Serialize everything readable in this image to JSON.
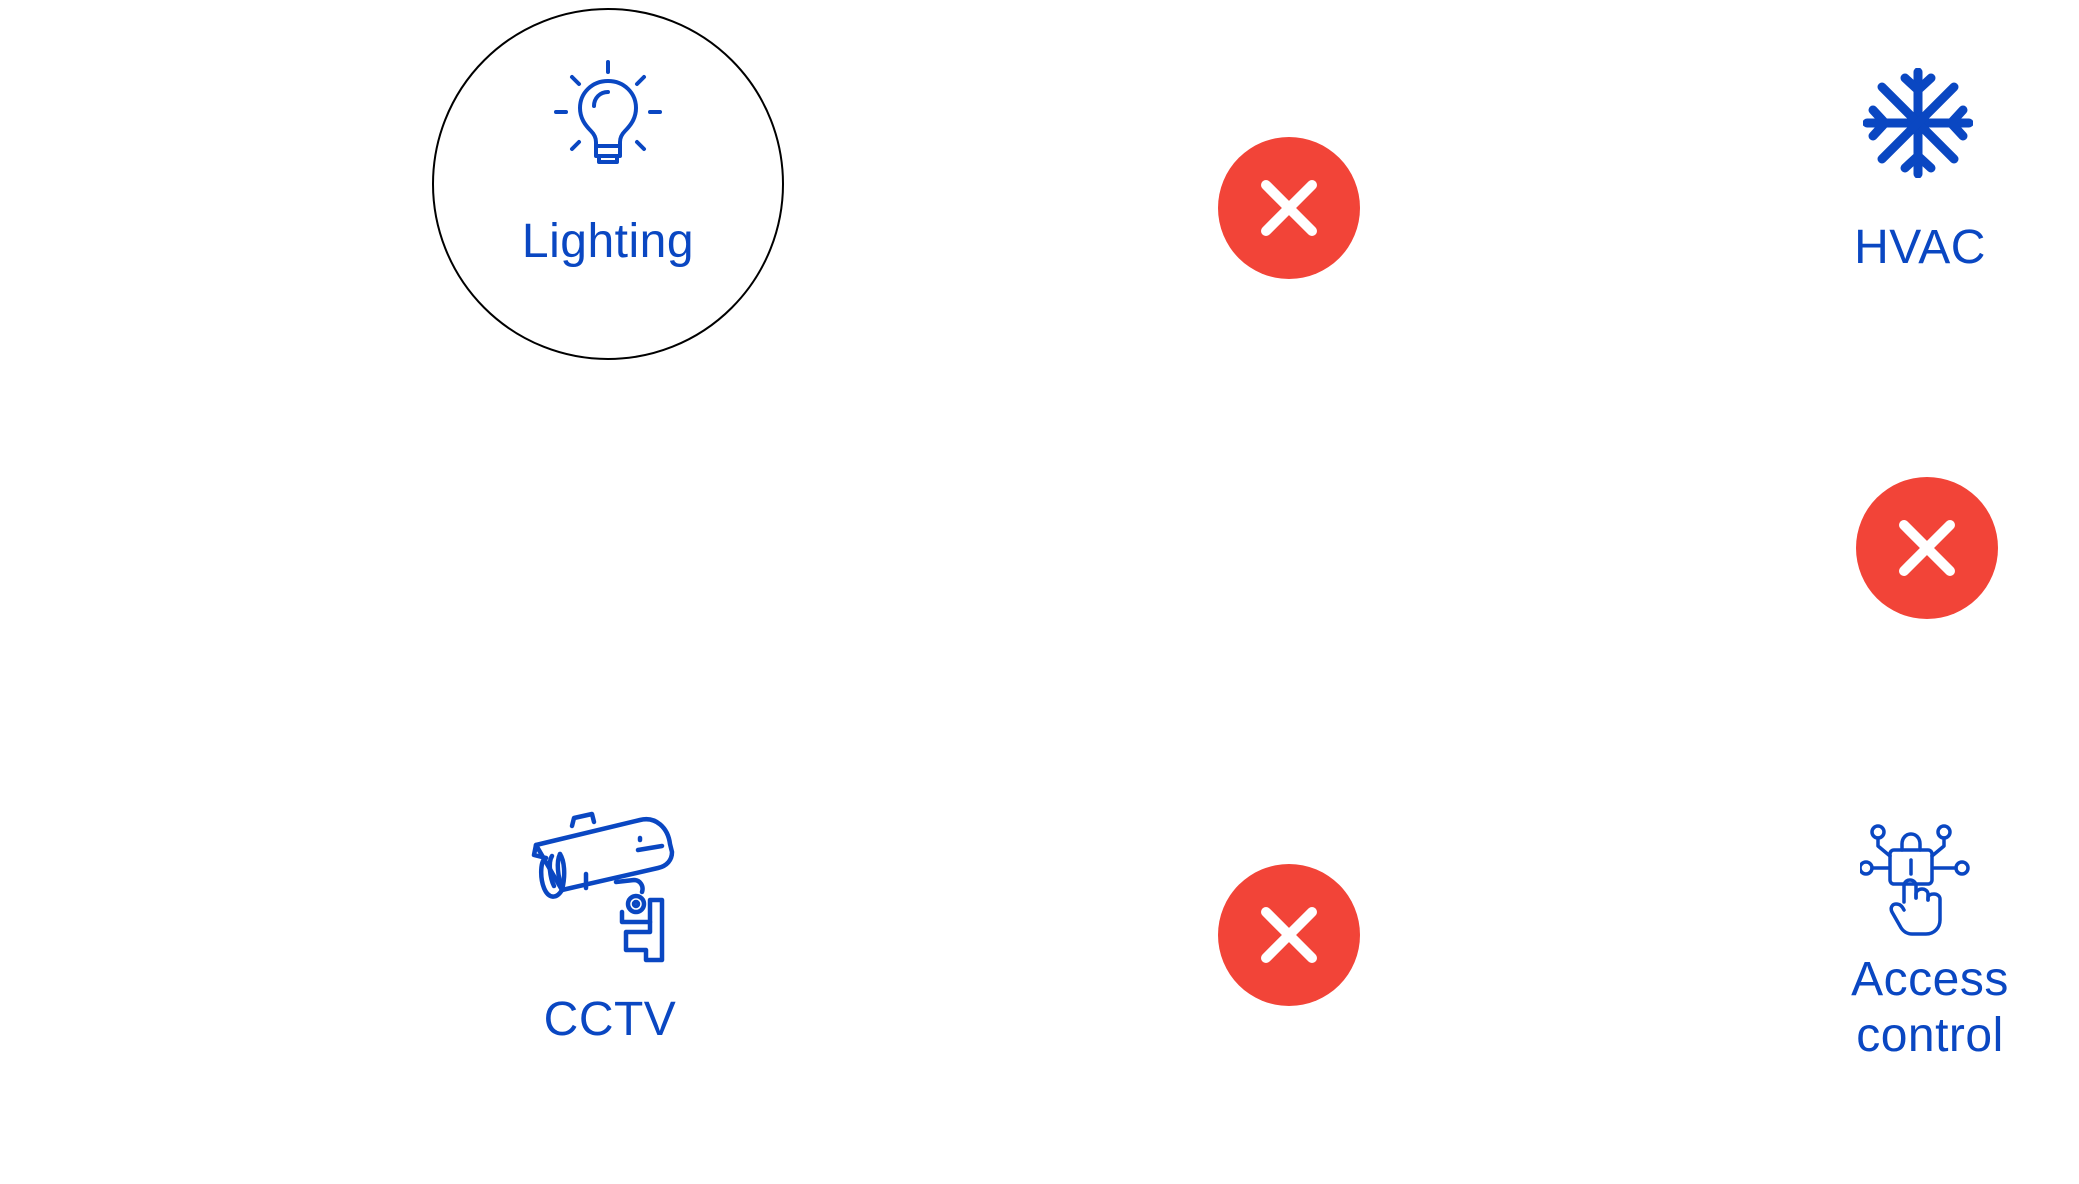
{
  "colors": {
    "icon": "#0a47c2",
    "label": "#0a47c2",
    "badge": "#f24438",
    "badge_glyph": "#ffffff",
    "ring": "#000000",
    "background": "#ffffff"
  },
  "nodes": {
    "lighting": {
      "label": "Lighting",
      "icon": "lightbulb-icon",
      "selected": true
    },
    "hvac": {
      "label": "HVAC",
      "icon": "snowflake-icon"
    },
    "cctv": {
      "label": "CCTV",
      "icon": "security-camera-icon"
    },
    "access_control": {
      "label_line1": "Access",
      "label_line2": "control",
      "icon": "fingerprint-lock-icon"
    }
  },
  "badges": [
    {
      "icon": "close-icon",
      "meaning": "not connected"
    },
    {
      "icon": "close-icon",
      "meaning": "not connected"
    },
    {
      "icon": "close-icon",
      "meaning": "not connected"
    }
  ]
}
